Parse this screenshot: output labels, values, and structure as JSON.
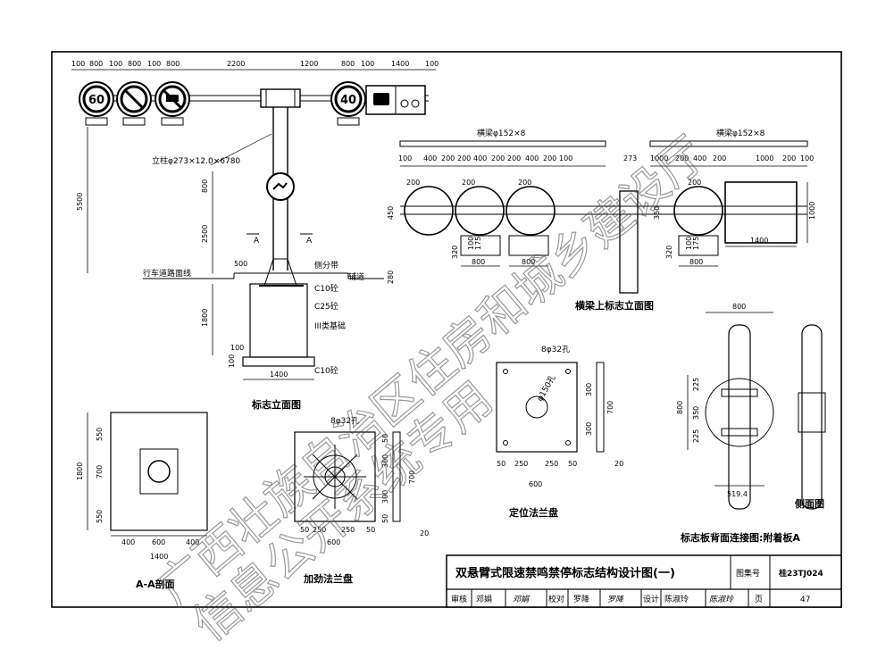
{
  "views": {
    "elevation_caption": "标志立面图",
    "section_caption": "A-A剖面",
    "flange_caption": "加劲法兰盘",
    "position_flange_caption": "定位法兰盘",
    "beam_caption": "横梁上标志立面图",
    "back_conn_caption": "标志板背面连接图:附着板A",
    "side_caption": "侧面图"
  },
  "labels": {
    "column": "立柱φ273×12.0×6780",
    "road_surface": "行车道路面线",
    "side_strip": "侧分带",
    "aux_road": "辅道",
    "c10_top": "C10砼",
    "c25": "C25砼",
    "base_class": "III类基础",
    "c10_bottom": "C10砼",
    "beam_left": "横梁φ152×8",
    "beam_right": "横梁φ152×8",
    "holes_flange": "8φ32孔",
    "holes_position": "8φ32孔",
    "hole_center": "φ150孔",
    "section_mark_left": "A",
    "section_mark_right": "A"
  },
  "signs": {
    "speed_left": "60",
    "speed_right": "40"
  },
  "dimensions": {
    "top_row": [
      "100",
      "800",
      "100",
      "800",
      "100",
      "800",
      "2200",
      "1200",
      "800",
      "100",
      "1400",
      "100"
    ],
    "height_total": "5500",
    "height_800": "800",
    "height_2500": "2500",
    "height_1800": "1800",
    "d500": "500",
    "d280": "280",
    "d100a": "100",
    "d100b": "100",
    "d1400": "1400",
    "sec_550a": "550",
    "sec_700": "700",
    "sec_550b": "550",
    "sec_1800": "1800",
    "sec_400a": "400",
    "sec_600": "600",
    "sec_400b": "400",
    "sec_1400": "1400",
    "fl_50a": "50",
    "fl_250a": "250",
    "fl_250b": "250",
    "fl_50b": "50",
    "fl_600": "600",
    "fl_v50a": "50",
    "fl_v300a": "300",
    "fl_v300b": "300",
    "fl_v50b": "50",
    "fl_v700": "700",
    "fl_v20": "20",
    "beam_left_row": [
      "100",
      "400",
      "200",
      "200",
      "400",
      "200",
      "200",
      "400",
      "200",
      "100"
    ],
    "beam_right_row": [
      "1000",
      "200",
      "400",
      "200",
      "1000",
      "200",
      "100"
    ],
    "d273": "273",
    "d450": "450",
    "d200a": "200",
    "d200b": "200",
    "d200c": "200",
    "d200d": "200",
    "d350": "350",
    "d320a": "320",
    "d320b": "320",
    "d100c": "100",
    "d175a": "175",
    "d100d": "100",
    "d175b": "175",
    "d800a": "800",
    "d800b": "800",
    "d800c": "800",
    "d1000": "1000",
    "d1400b": "1400",
    "bc_800top": "800",
    "bc_800": "800",
    "bc_225a": "225",
    "bc_350": "350",
    "bc_225b": "225",
    "bc_519": "519.4"
  },
  "title_block": {
    "title": "双悬臂式限速禁鸣禁停标志结构设计图(一)",
    "atlas_label": "图集号",
    "atlas_no": "桂23TJ024",
    "review_label": "审核",
    "review_name": "邓娟",
    "review_sig": "邓娟",
    "check_label": "校对",
    "check_name": "罗降",
    "check_sig": "罗降",
    "design_label": "设计",
    "design_name": "陈淑玲",
    "design_sig": "陈淑玲",
    "page_label": "页",
    "page_no": "47"
  },
  "watermark": {
    "line1": "广西壮族自治区住房和城乡建设厅",
    "line2": "信息公开系统专用"
  }
}
